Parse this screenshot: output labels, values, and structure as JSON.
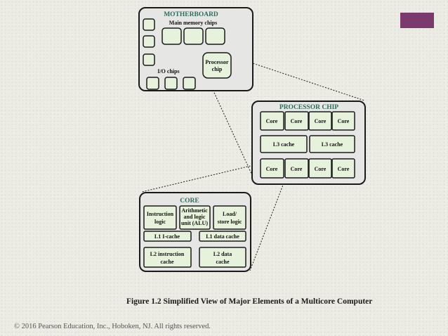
{
  "motherboard": {
    "title": "MOTHERBOARD",
    "memory_label": "Main memory chips",
    "io_label": "I/O chips",
    "processor_label_line1": "Processor",
    "processor_label_line2": "chip"
  },
  "processor_chip": {
    "title": "PROCESSOR CHIP",
    "core_label": "Core",
    "l3_label": "L3 cache"
  },
  "core": {
    "title": "CORE",
    "instruction_logic_line1": "Instruction",
    "instruction_logic_line2": "logic",
    "alu_line1": "Arithmetic",
    "alu_line2": "and logic",
    "alu_line3": "unit (ALU)",
    "loadstore_line1": "Load/",
    "loadstore_line2": "store logic",
    "l1_icache": "L1 I-cache",
    "l1_dcache": "L1 data cache",
    "l2_icache_line1": "L2 instruction",
    "l2_icache_line2": "cache",
    "l2_dcache_line1": "L2 data",
    "l2_dcache_line2": "cache"
  },
  "caption": "Figure 1.2  Simplified View of Major Elements of a Multicore Computer",
  "copyright": "© 2016 Pearson Education, Inc., Hoboken, NJ. All rights reserved.",
  "colors": {
    "panel_fill": "#e6e6e4",
    "chip_fill": "#e7f2dc",
    "border": "#1a1a1a",
    "title_green": "#2f6b5a",
    "corner_tab": "#7a3a6e"
  }
}
